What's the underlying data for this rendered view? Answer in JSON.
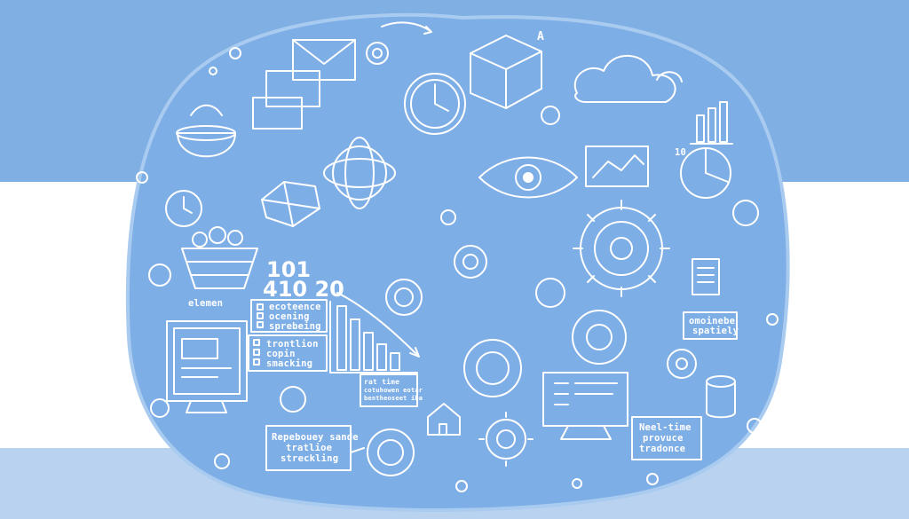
{
  "colors": {
    "sky": "#7fafe3",
    "blob": "#7eaee6",
    "paper": "#ffffff",
    "ink": "#ffffff",
    "floor": "#b9d2ef"
  },
  "numbers": {
    "row1": "101",
    "row2": "410 20"
  },
  "labels": {
    "element": "elemen",
    "list_one": [
      "ecoteence",
      "ocening",
      "sprebeing"
    ],
    "list_two": [
      "trontlion",
      "copin",
      "smacking"
    ],
    "note_center": [
      "rat time",
      "cotuhowen eotar",
      "bentheoseet iba"
    ],
    "note_right": [
      "omoinebe",
      "spatiely"
    ],
    "note_bottom_left": [
      "Repebouey sande",
      "tratlioe",
      "streckling"
    ],
    "note_bottom_right": [
      "Neel-time",
      "provuce",
      "tradonce"
    ],
    "letter_a": "A",
    "cloud_num": "10"
  },
  "icons": [
    "envelope-icon",
    "clock-icon",
    "box-icon",
    "cloud-icon",
    "bar-chart-icon",
    "bowl-icon",
    "gear-icon",
    "basket-icon",
    "monitor-icon",
    "eye-icon",
    "house-icon",
    "arrow-icon"
  ]
}
